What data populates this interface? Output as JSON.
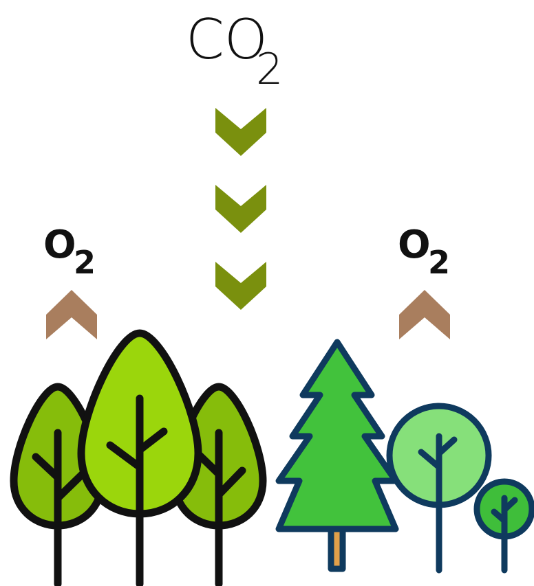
{
  "co2": {
    "main": "CO",
    "sub": "2"
  },
  "o2_left": {
    "main": "O",
    "sub": "2"
  },
  "o2_right": {
    "main": "O",
    "sub": "2"
  },
  "colors": {
    "down_arrow": "#7a900e",
    "up_arrow": "#a97e5e",
    "outline_black": "#111111",
    "outline_navy": "#0f3a5e",
    "deciduous_light": "#9bd60c",
    "deciduous_mid": "#86bd0b",
    "deciduous_dark": "#74a50a",
    "pine_fill": "#42c23c",
    "round_tree_light": "#86e07a",
    "round_tree_dark": "#3fbe3a",
    "pine_trunk": "#e0a04a"
  }
}
